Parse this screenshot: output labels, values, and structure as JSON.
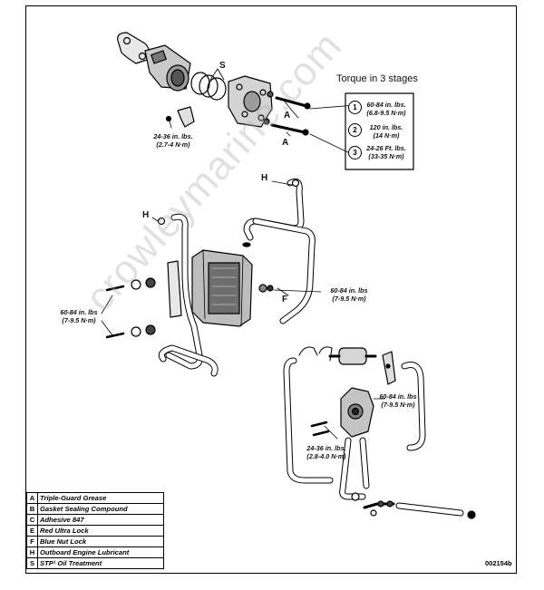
{
  "watermark": "crowleymarine.com",
  "torque": {
    "title": "Torque in 3 stages",
    "stages": [
      {
        "num": "1",
        "line1": "60-84 in. lbs.",
        "line2": "(6.8-9.5 N·m)"
      },
      {
        "num": "2",
        "line1": "120 in. lbs.",
        "line2": "(14 N·m)"
      },
      {
        "num": "3",
        "line1": "24-26 Ft. lbs.",
        "line2": "(33-35 N·m)"
      }
    ]
  },
  "callouts": {
    "s": "S",
    "a_top": "A",
    "a_bottom": "A",
    "h_upper": "H",
    "h_left": "H",
    "f": "F"
  },
  "torque_labels": {
    "t1": {
      "line1": "24-36 in. lbs.",
      "line2": "(2.7-4 N·m)"
    },
    "t2": {
      "line1": "60-84 in. lbs",
      "line2": "(7-9.5 N·m)"
    },
    "t3": {
      "line1": "60-84 in. lbs",
      "line2": "(7-9.5 N·m)"
    },
    "t4": {
      "line1": "60-84 in. lbs",
      "line2": "(7-9.5 N·m)"
    },
    "t5": {
      "line1": "24-36 in. lbs.",
      "line2": "(2.8-4.0 N·m)"
    }
  },
  "legend": [
    {
      "key": "A",
      "text": "Triple-Guard Grease"
    },
    {
      "key": "B",
      "text": "Gasket Sealing Compound"
    },
    {
      "key": "C",
      "text": "Adhesive 847"
    },
    {
      "key": "E",
      "text": "Red Ultra Lock"
    },
    {
      "key": "F",
      "text": "Blue Nut Lock"
    },
    {
      "key": "H",
      "text": "Outboard Engine Lubricant"
    },
    {
      "key": "S",
      "text": "STP¹ Oil Treatment"
    }
  ],
  "figure_ref": "002154b"
}
